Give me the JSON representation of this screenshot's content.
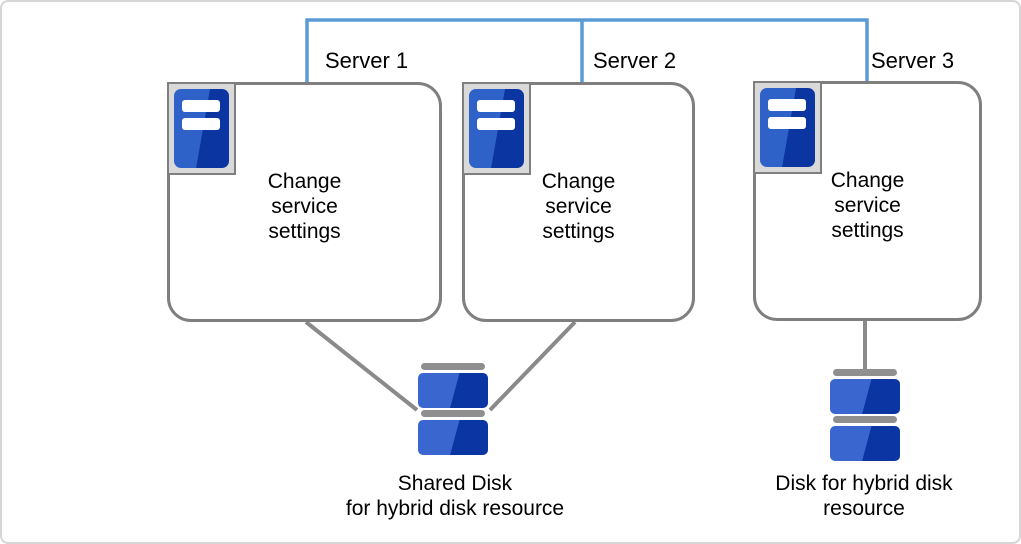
{
  "colors": {
    "canvas_border": "#d6d6d6",
    "interconnect_blue": "#5b9bd5",
    "line_gray": "#8a8a8a",
    "box_border": "#7f7f7f",
    "icon_frame_fill": "#d9d9d9",
    "icon_frame_border": "#7f7f7f",
    "blue_light": "#2f62c8",
    "blue_dark": "#0b36a1",
    "disk_blue_light": "#3a67cf",
    "disk_blue_dark": "#0a35a3",
    "cap_gray": "#8f8f8f",
    "text": "#000000"
  },
  "servers": [
    {
      "label": "Server 1",
      "body": "Change\nservice\nsettings"
    },
    {
      "label": "Server 2",
      "body": "Change\nservice\nsettings"
    },
    {
      "label": "Server 3",
      "body": "Change\nservice\nsettings"
    }
  ],
  "disks": [
    {
      "label": "Shared Disk\nfor hybrid disk resource"
    },
    {
      "label": "Disk for hybrid disk\nresource"
    }
  ]
}
